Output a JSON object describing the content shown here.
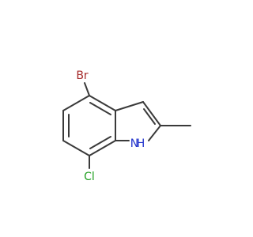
{
  "molecule": {
    "atoms": {
      "bromine": {
        "label": "Br",
        "color": "#a52a2a"
      },
      "chlorine": {
        "label": "Cl",
        "color": "#22a022"
      },
      "nitrogen": {
        "label": "N",
        "color": "#2233cc"
      },
      "hydrogen": {
        "label": "H",
        "color": "#2233cc"
      }
    },
    "bond_color": "#3a3a3a"
  }
}
